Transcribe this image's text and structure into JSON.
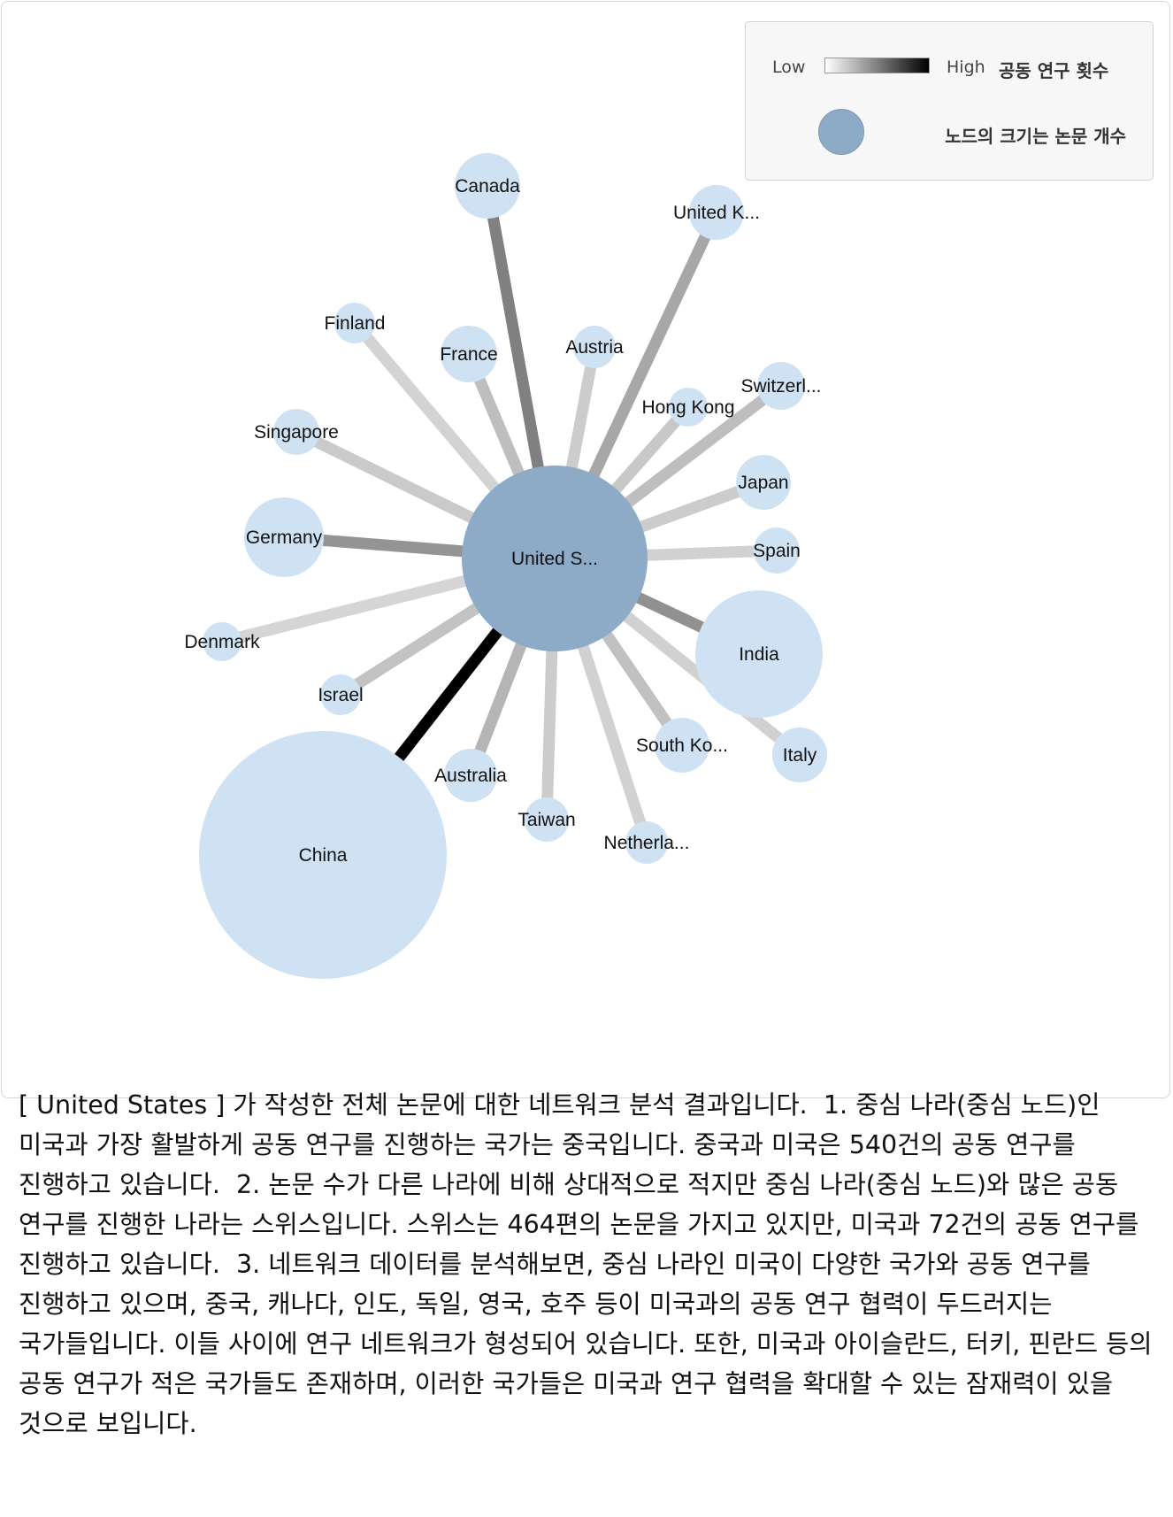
{
  "legend": {
    "low_label": "Low",
    "high_label": "High",
    "edge_title": "공동 연구 횟수",
    "node_size_label": "노드의 크기는 논문 개수",
    "gradient_colors": [
      "#ffffff",
      "#000000"
    ]
  },
  "colors": {
    "center_node": "#8daac6",
    "country_node": "#cfe2f3"
  },
  "network": {
    "center": {
      "label": "United S...",
      "full_name": "United States"
    },
    "nodes": [
      {
        "label": "China",
        "edge_darkness": 1.0
      },
      {
        "label": "Canada",
        "edge_darkness": 0.45
      },
      {
        "label": "India",
        "edge_darkness": 0.38
      },
      {
        "label": "Germany",
        "edge_darkness": 0.36
      },
      {
        "label": "United K...",
        "edge_darkness": 0.28
      },
      {
        "label": "Australia",
        "edge_darkness": 0.22
      },
      {
        "label": "Switzerl...",
        "edge_darkness": 0.18
      },
      {
        "label": "France",
        "edge_darkness": 0.18
      },
      {
        "label": "South Ko...",
        "edge_darkness": 0.17
      },
      {
        "label": "Hong Kong",
        "edge_darkness": 0.14
      },
      {
        "label": "Israel",
        "edge_darkness": 0.16
      },
      {
        "label": "Singapore",
        "edge_darkness": 0.13
      },
      {
        "label": "Austria",
        "edge_darkness": 0.12
      },
      {
        "label": "Japan",
        "edge_darkness": 0.12
      },
      {
        "label": "Taiwan",
        "edge_darkness": 0.12
      },
      {
        "label": "Netherla...",
        "edge_darkness": 0.1
      },
      {
        "label": "Spain",
        "edge_darkness": 0.1
      },
      {
        "label": "Italy",
        "edge_darkness": 0.1
      },
      {
        "label": "Denmark",
        "edge_darkness": 0.08
      },
      {
        "label": "Finland",
        "edge_darkness": 0.09
      }
    ]
  },
  "description": "[ United States ] 가 작성한 전체 논문에 대한 네트워크 분석 결과입니다.  1. 중심 나라(중심 노드)인 미국과 가장 활발하게 공동 연구를 진행하는 국가는 중국입니다. 중국과 미국은 540건의 공동 연구를 진행하고 있습니다.  2. 논문 수가 다른 나라에 비해 상대적으로 적지만 중심 나라(중심 노드)와 많은 공동 연구를 진행한 나라는 스위스입니다. 스위스는 464편의 논문을 가지고 있지만, 미국과 72건의 공동 연구를 진행하고 있습니다.  3. 네트워크 데이터를 분석해보면, 중심 나라인 미국이 다양한 국가와 공동 연구를 진행하고 있으며, 중국, 캐나다, 인도, 독일, 영국, 호주 등이 미국과의 공동 연구 협력이 두드러지는 국가들입니다. 이들 사이에 연구 네트워크가 형성되어 있습니다. 또한, 미국과 아이슬란드, 터키, 핀란드 등의 공동 연구가 적은 국가들도 존재하며, 이러한 국가들은 미국과 연구 협력을 확대할 수 있는 잠재력이 있을 것으로 보입니다."
}
